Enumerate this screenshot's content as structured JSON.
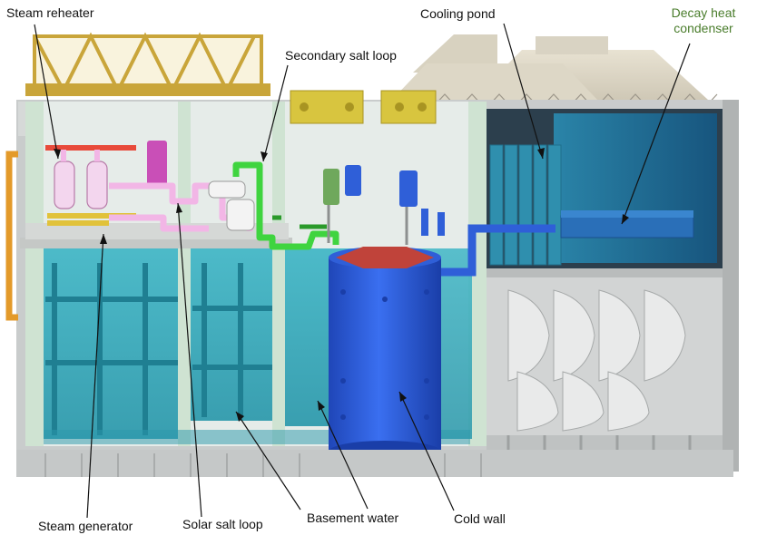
{
  "labels": {
    "steam_reheater": "Steam reheater",
    "secondary_salt_loop": "Secondary salt loop",
    "cooling_pond": "Cooling pond",
    "decay_heat_condenser_line1": "Decay heat",
    "decay_heat_condenser_line2": "condenser",
    "steam_generator": "Steam generator",
    "solar_salt_loop": "Solar salt loop",
    "basement_water": "Basement water",
    "cold_wall": "Cold wall"
  },
  "colors": {
    "decay_heat_condenser_text": "#4a7d2c",
    "cold_wall_vessel": "#2f5fd8",
    "secondary_salt_loop_pipe": "#3fd43f",
    "solar_salt_loop_pipe": "#f2b6e6",
    "basement_water": "#3eb3c4",
    "cooling_pond_water": "#1d5f8a",
    "truss": "#c9a53a"
  }
}
